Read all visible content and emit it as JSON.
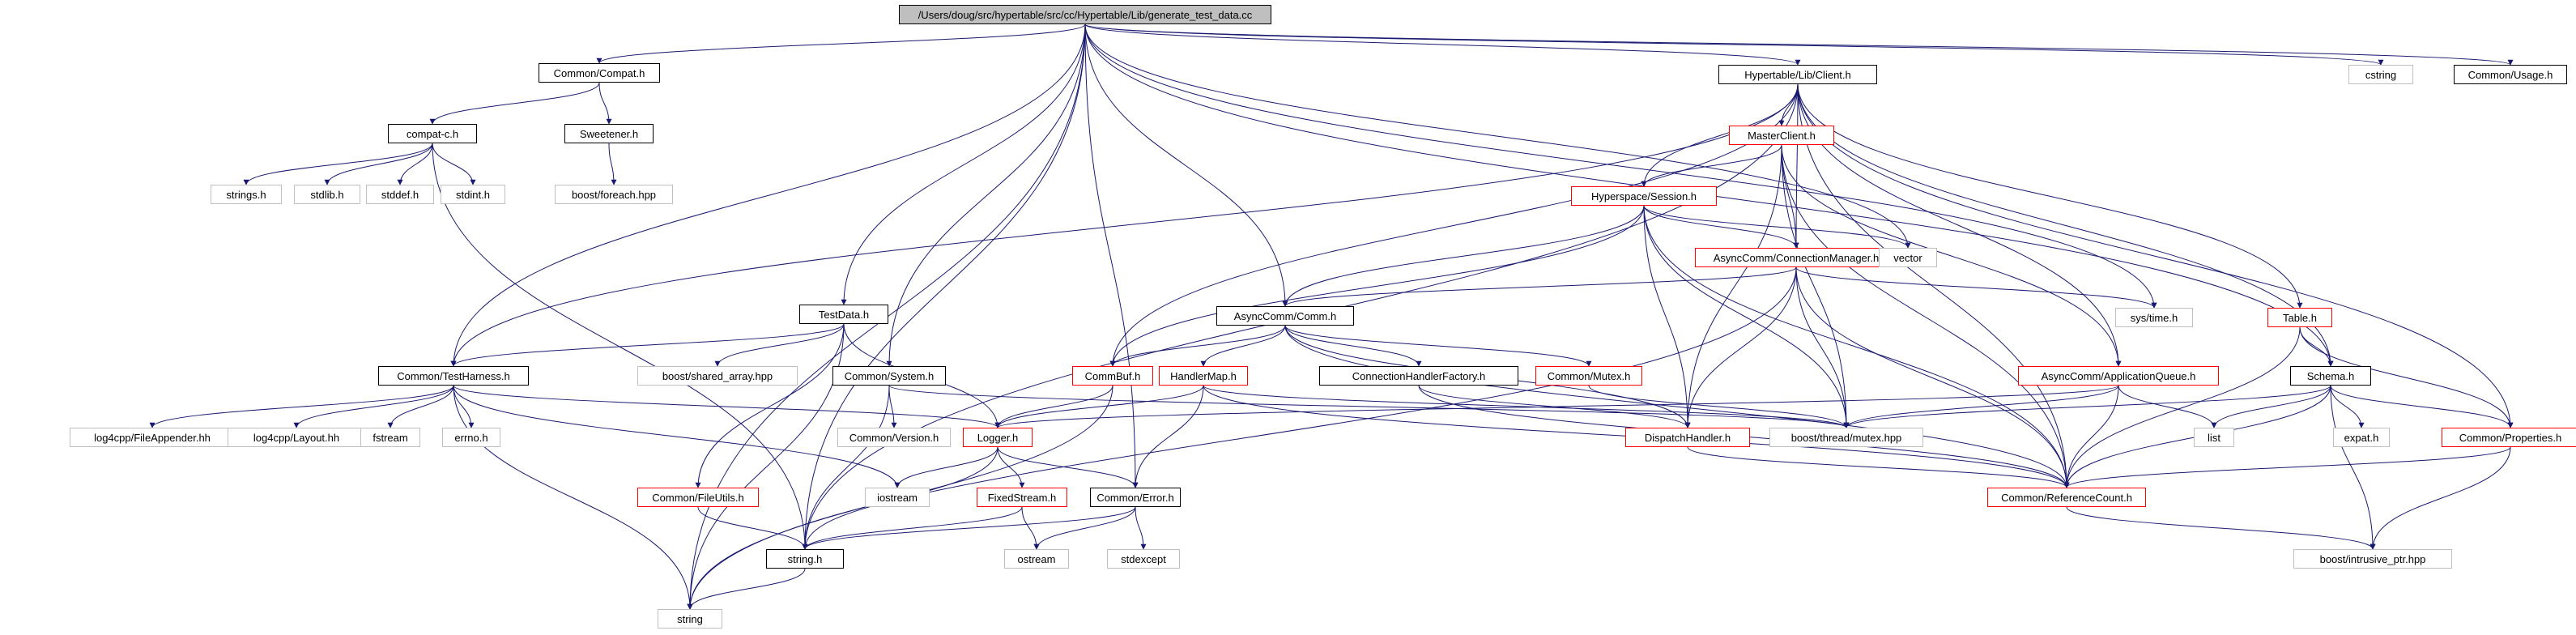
{
  "colors": {
    "edge": "#191970",
    "local_border": "#000000",
    "linked_border": "#ff0000",
    "external_border": "#bfbfbf",
    "root_fill": "#bfbfbf"
  },
  "nodes": [
    {
      "id": "root",
      "label": "/Users/doug/src/hypertable/src/cc/Hypertable/Lib/generate_test_data.cc",
      "kind": "root"
    },
    {
      "id": "compat",
      "label": "Common/Compat.h",
      "kind": "local"
    },
    {
      "id": "client",
      "label": "Hypertable/Lib/Client.h",
      "kind": "local"
    },
    {
      "id": "cstring",
      "label": "cstring",
      "kind": "external"
    },
    {
      "id": "usage",
      "label": "Common/Usage.h",
      "kind": "local"
    },
    {
      "id": "compatc",
      "label": "compat-c.h",
      "kind": "local"
    },
    {
      "id": "sweetener",
      "label": "Sweetener.h",
      "kind": "local"
    },
    {
      "id": "stringsh",
      "label": "strings.h",
      "kind": "external"
    },
    {
      "id": "stdlibh",
      "label": "stdlib.h",
      "kind": "external"
    },
    {
      "id": "stddefh",
      "label": "stddef.h",
      "kind": "external"
    },
    {
      "id": "stdinth",
      "label": "stdint.h",
      "kind": "external"
    },
    {
      "id": "foreach",
      "label": "boost/foreach.hpp",
      "kind": "external"
    },
    {
      "id": "master",
      "label": "MasterClient.h",
      "kind": "linked"
    },
    {
      "id": "session",
      "label": "Hyperspace/Session.h",
      "kind": "linked"
    },
    {
      "id": "connmgr",
      "label": "AsyncComm/ConnectionManager.h",
      "kind": "linked"
    },
    {
      "id": "vector",
      "label": "vector",
      "kind": "external"
    },
    {
      "id": "systime",
      "label": "sys/time.h",
      "kind": "external"
    },
    {
      "id": "table",
      "label": "Table.h",
      "kind": "linked"
    },
    {
      "id": "testdata",
      "label": "TestData.h",
      "kind": "local"
    },
    {
      "id": "asynccomm",
      "label": "AsyncComm/Comm.h",
      "kind": "local"
    },
    {
      "id": "testharness",
      "label": "Common/TestHarness.h",
      "kind": "local"
    },
    {
      "id": "sharedarray",
      "label": "boost/shared_array.hpp",
      "kind": "external"
    },
    {
      "id": "system",
      "label": "Common/System.h",
      "kind": "local"
    },
    {
      "id": "commbuf",
      "label": "CommBuf.h",
      "kind": "linked"
    },
    {
      "id": "handlermap",
      "label": "HandlerMap.h",
      "kind": "linked"
    },
    {
      "id": "connhf",
      "label": "ConnectionHandlerFactory.h",
      "kind": "local"
    },
    {
      "id": "mutex",
      "label": "Common/Mutex.h",
      "kind": "linked"
    },
    {
      "id": "appqueue",
      "label": "AsyncComm/ApplicationQueue.h",
      "kind": "linked"
    },
    {
      "id": "schema",
      "label": "Schema.h",
      "kind": "local"
    },
    {
      "id": "fileappender",
      "label": "log4cpp/FileAppender.hh",
      "kind": "external"
    },
    {
      "id": "layout",
      "label": "log4cpp/Layout.hh",
      "kind": "external"
    },
    {
      "id": "fstream",
      "label": "fstream",
      "kind": "external"
    },
    {
      "id": "errno",
      "label": "errno.h",
      "kind": "external"
    },
    {
      "id": "version",
      "label": "Common/Version.h",
      "kind": "external"
    },
    {
      "id": "logger",
      "label": "Logger.h",
      "kind": "linked"
    },
    {
      "id": "dispatch",
      "label": "DispatchHandler.h",
      "kind": "linked"
    },
    {
      "id": "boostmutex",
      "label": "boost/thread/mutex.hpp",
      "kind": "external"
    },
    {
      "id": "list",
      "label": "list",
      "kind": "external"
    },
    {
      "id": "expat",
      "label": "expat.h",
      "kind": "external"
    },
    {
      "id": "properties",
      "label": "Common/Properties.h",
      "kind": "linked"
    },
    {
      "id": "fileutils",
      "label": "Common/FileUtils.h",
      "kind": "linked"
    },
    {
      "id": "iostream",
      "label": "iostream",
      "kind": "external"
    },
    {
      "id": "fixedstream",
      "label": "FixedStream.h",
      "kind": "linked"
    },
    {
      "id": "error",
      "label": "Common/Error.h",
      "kind": "local"
    },
    {
      "id": "refcount",
      "label": "Common/ReferenceCount.h",
      "kind": "linked"
    },
    {
      "id": "stringh",
      "label": "string.h",
      "kind": "local"
    },
    {
      "id": "ostream",
      "label": "ostream",
      "kind": "external"
    },
    {
      "id": "stdexcept",
      "label": "stdexcept",
      "kind": "external"
    },
    {
      "id": "intrusive",
      "label": "boost/intrusive_ptr.hpp",
      "kind": "external"
    },
    {
      "id": "string",
      "label": "string",
      "kind": "external"
    }
  ],
  "edges": [
    [
      "root",
      "compat"
    ],
    [
      "root",
      "client"
    ],
    [
      "root",
      "cstring"
    ],
    [
      "root",
      "usage"
    ],
    [
      "root",
      "testdata"
    ],
    [
      "root",
      "asynccomm"
    ],
    [
      "root",
      "system"
    ],
    [
      "root",
      "testharness"
    ],
    [
      "root",
      "error"
    ],
    [
      "root",
      "stringh"
    ],
    [
      "root",
      "string"
    ],
    [
      "root",
      "vector"
    ],
    [
      "root",
      "systime"
    ],
    [
      "root",
      "schema"
    ],
    [
      "compat",
      "compatc"
    ],
    [
      "compat",
      "sweetener"
    ],
    [
      "compatc",
      "stringsh"
    ],
    [
      "compatc",
      "stdlibh"
    ],
    [
      "compatc",
      "stddefh"
    ],
    [
      "compatc",
      "stdinth"
    ],
    [
      "compatc",
      "stringh"
    ],
    [
      "sweetener",
      "foreach"
    ],
    [
      "client",
      "master"
    ],
    [
      "client",
      "session"
    ],
    [
      "client",
      "connmgr"
    ],
    [
      "client",
      "table"
    ],
    [
      "client",
      "schema"
    ],
    [
      "client",
      "appqueue"
    ],
    [
      "client",
      "properties"
    ],
    [
      "client",
      "refcount"
    ],
    [
      "client",
      "commbuf"
    ],
    [
      "client",
      "testharness"
    ],
    [
      "client",
      "stringh"
    ],
    [
      "master",
      "session"
    ],
    [
      "master",
      "connmgr"
    ],
    [
      "master",
      "dispatch"
    ],
    [
      "master",
      "boostmutex"
    ],
    [
      "master",
      "refcount"
    ],
    [
      "master",
      "appqueue"
    ],
    [
      "session",
      "connmgr"
    ],
    [
      "session",
      "vector"
    ],
    [
      "session",
      "asynccomm"
    ],
    [
      "session",
      "commbuf"
    ],
    [
      "session",
      "dispatch"
    ],
    [
      "session",
      "boostmutex"
    ],
    [
      "session",
      "refcount"
    ],
    [
      "connmgr",
      "asynccomm"
    ],
    [
      "connmgr",
      "systime"
    ],
    [
      "connmgr",
      "dispatch"
    ],
    [
      "connmgr",
      "boostmutex"
    ],
    [
      "connmgr",
      "refcount"
    ],
    [
      "connmgr",
      "string"
    ],
    [
      "table",
      "schema"
    ],
    [
      "table",
      "properties"
    ],
    [
      "table",
      "refcount"
    ],
    [
      "testdata",
      "testharness"
    ],
    [
      "testdata",
      "sharedarray"
    ],
    [
      "testdata",
      "fileutils"
    ],
    [
      "testdata",
      "logger"
    ],
    [
      "testdata",
      "string"
    ],
    [
      "asynccomm",
      "commbuf"
    ],
    [
      "asynccomm",
      "handlermap"
    ],
    [
      "asynccomm",
      "connhf"
    ],
    [
      "asynccomm",
      "mutex"
    ],
    [
      "asynccomm",
      "dispatch"
    ],
    [
      "asynccomm",
      "refcount"
    ],
    [
      "testharness",
      "fileappender"
    ],
    [
      "testharness",
      "layout"
    ],
    [
      "testharness",
      "fstream"
    ],
    [
      "testharness",
      "errno"
    ],
    [
      "testharness",
      "logger"
    ],
    [
      "testharness",
      "iostream"
    ],
    [
      "testharness",
      "string"
    ],
    [
      "system",
      "version"
    ],
    [
      "system",
      "stringh"
    ],
    [
      "system",
      "boostmutex"
    ],
    [
      "commbuf",
      "logger"
    ],
    [
      "commbuf",
      "string"
    ],
    [
      "handlermap",
      "logger"
    ],
    [
      "handlermap",
      "error"
    ],
    [
      "handlermap",
      "boostmutex"
    ],
    [
      "handlermap",
      "refcount"
    ],
    [
      "connhf",
      "dispatch"
    ],
    [
      "connhf",
      "refcount"
    ],
    [
      "mutex",
      "boostmutex"
    ],
    [
      "appqueue",
      "logger"
    ],
    [
      "appqueue",
      "boostmutex"
    ],
    [
      "appqueue",
      "list"
    ],
    [
      "appqueue",
      "refcount"
    ],
    [
      "schema",
      "boostmutex"
    ],
    [
      "schema",
      "list"
    ],
    [
      "schema",
      "expat"
    ],
    [
      "schema",
      "properties"
    ],
    [
      "schema",
      "refcount"
    ],
    [
      "schema",
      "intrusive"
    ],
    [
      "properties",
      "refcount"
    ],
    [
      "properties",
      "intrusive"
    ],
    [
      "dispatch",
      "refcount"
    ],
    [
      "refcount",
      "intrusive"
    ],
    [
      "logger",
      "iostream"
    ],
    [
      "logger",
      "fixedstream"
    ],
    [
      "logger",
      "error"
    ],
    [
      "logger",
      "stringh"
    ],
    [
      "fileutils",
      "stringh"
    ],
    [
      "fixedstream",
      "ostream"
    ],
    [
      "fixedstream",
      "stringh"
    ],
    [
      "error",
      "ostream"
    ],
    [
      "error",
      "stdexcept"
    ],
    [
      "error",
      "stringh"
    ],
    [
      "stringh",
      "string"
    ]
  ]
}
